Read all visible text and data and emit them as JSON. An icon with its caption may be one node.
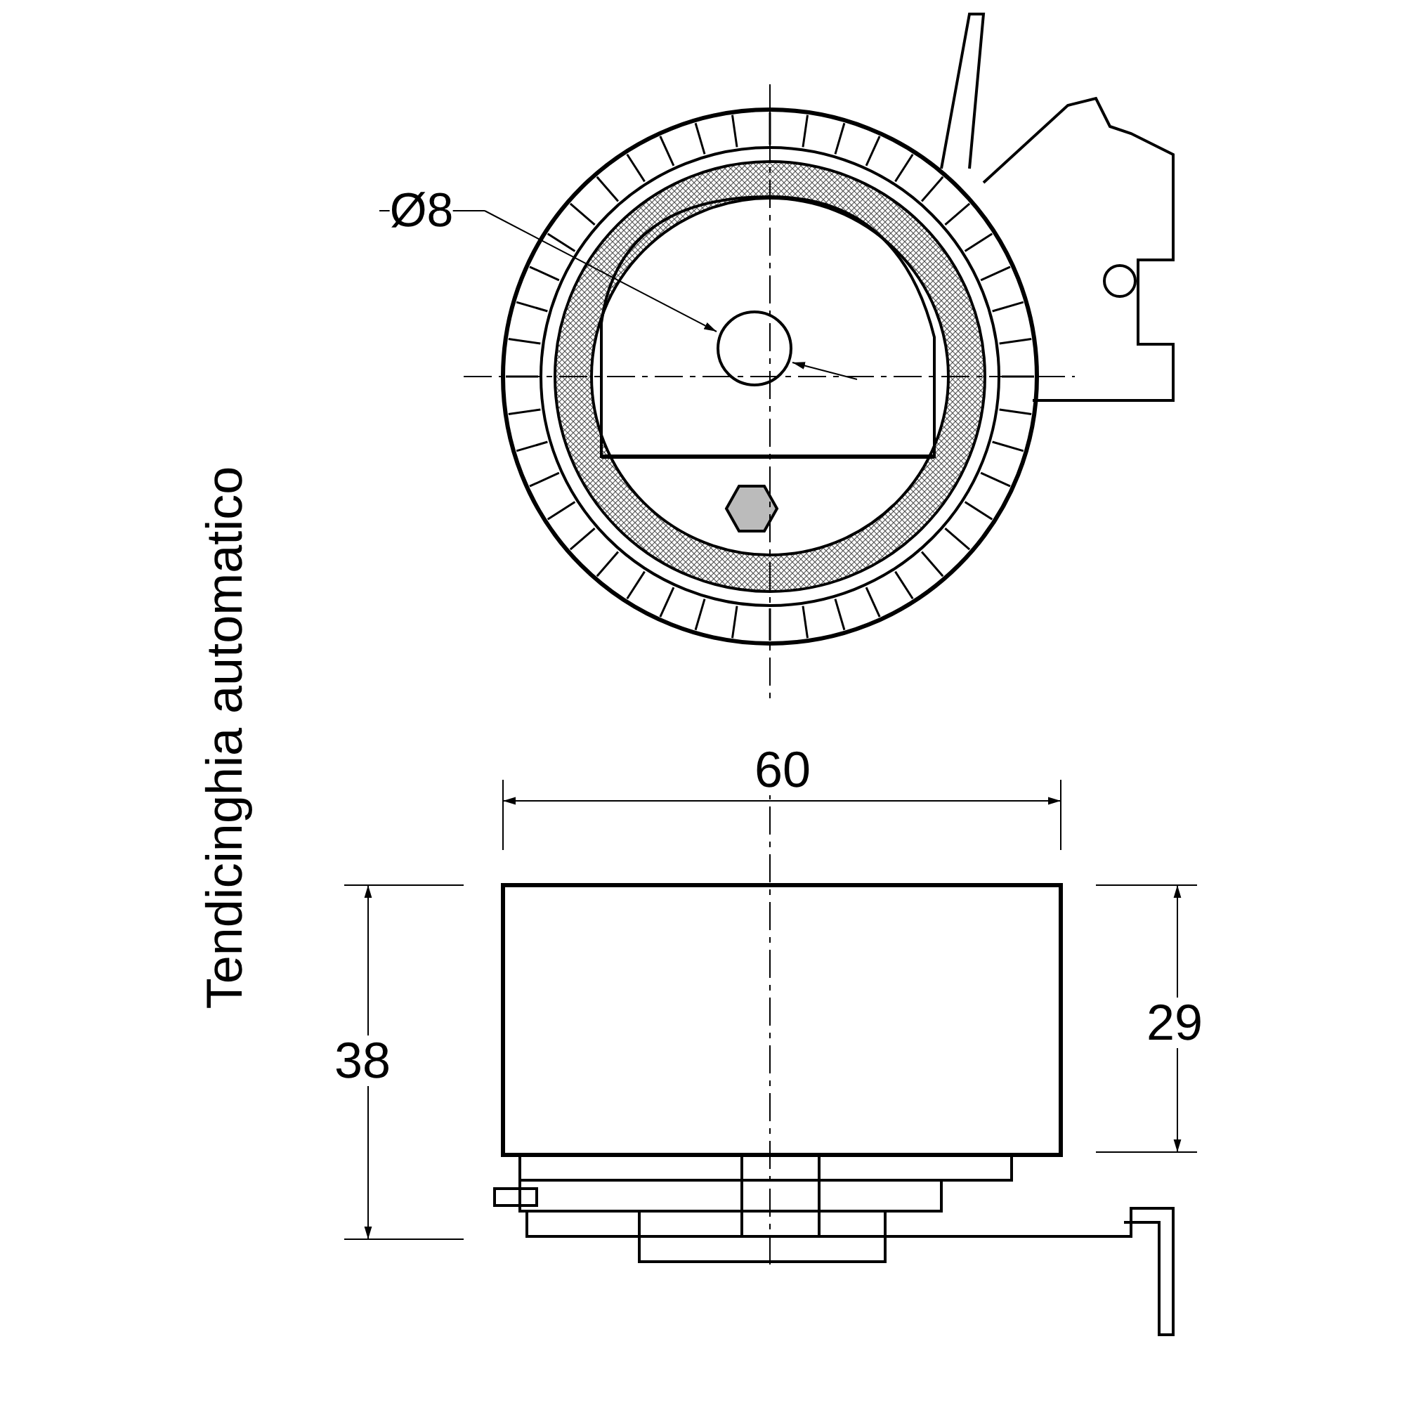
{
  "diagram": {
    "labels": [
      "Ø8",
      "Tendicinghia automatico",
      "60",
      "38",
      "29"
    ]
  }
}
